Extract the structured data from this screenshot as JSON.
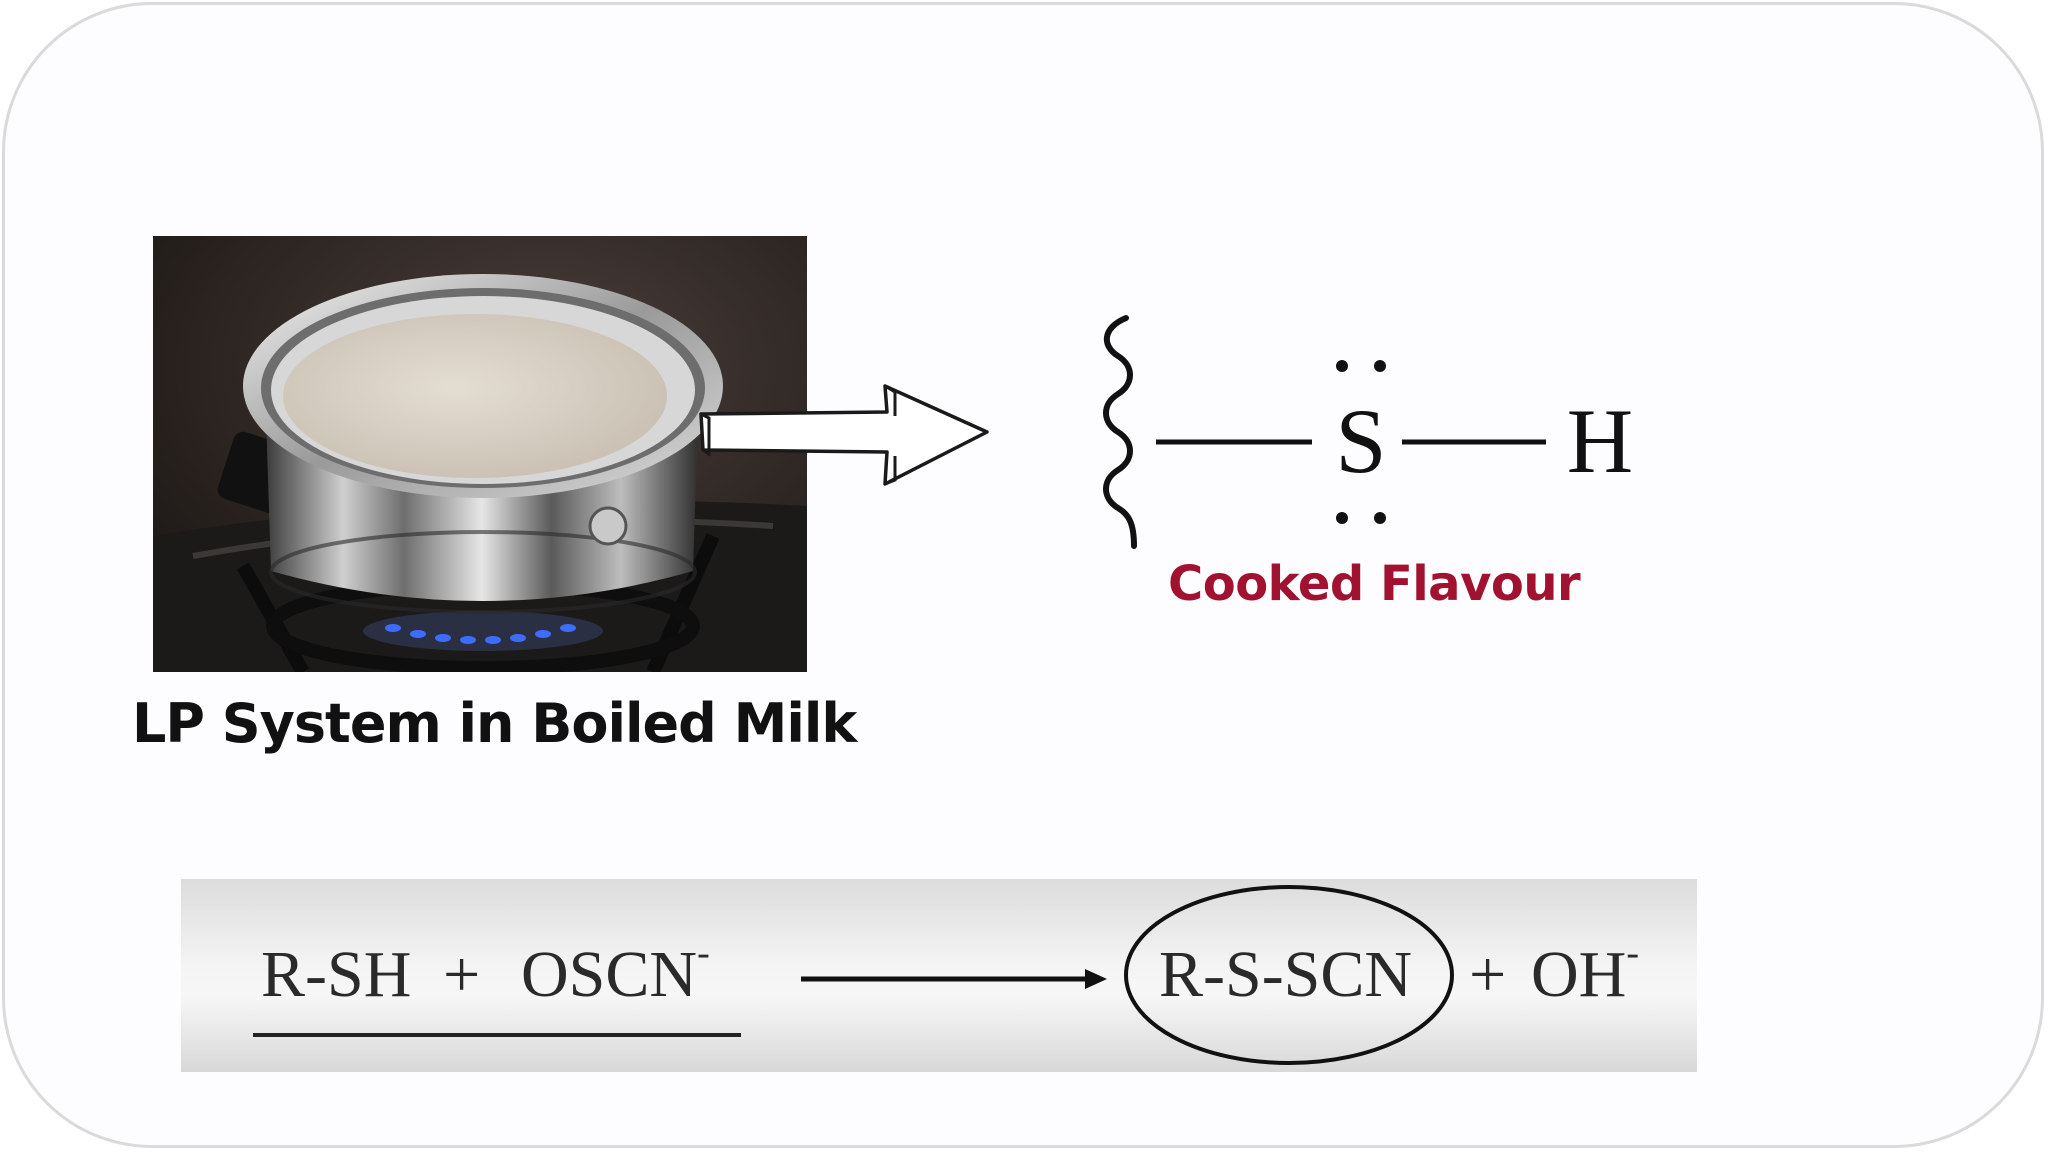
{
  "slide": {
    "photo_caption": "LP System in Boiled Milk",
    "molecule": {
      "sulfur": "S",
      "hydrogen": "H"
    },
    "flavour_label": "Cooked Flavour",
    "equation": {
      "reactant_1": "R-SH",
      "plus_1": "+",
      "reactant_2": "OSCN",
      "reactant_2_charge": "-",
      "product_1": "R-S-SCN",
      "plus_2": "+",
      "product_2": "OH",
      "product_2_charge": "-"
    }
  },
  "colors": {
    "label_red": "#a11230",
    "caption_black": "#111111",
    "frame_border": "#dadada"
  }
}
